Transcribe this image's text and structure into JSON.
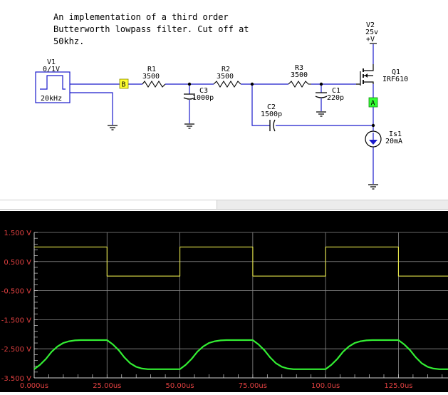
{
  "description_lines": [
    "An implementation of a third order",
    "Butterworth lowpass filter. Cut off at",
    "50khz."
  ],
  "components": {
    "v1": {
      "name": "V1",
      "value": "0/1V",
      "freq": "20kHz"
    },
    "r1": {
      "name": "R1",
      "value": "3500"
    },
    "r2": {
      "name": "R2",
      "value": "3500"
    },
    "r3": {
      "name": "R3",
      "value": "3500"
    },
    "c1": {
      "name": "C1",
      "value": "220p"
    },
    "c2": {
      "name": "C2",
      "value": "1500p"
    },
    "c3": {
      "name": "C3",
      "value": "1000p"
    },
    "v2": {
      "name": "V2",
      "value": "25v",
      "rail": "+V"
    },
    "q1": {
      "name": "Q1",
      "part": "IRF610"
    },
    "is1": {
      "name": "Is1",
      "value": "20mA"
    }
  },
  "probes": {
    "b": "B",
    "a": "A"
  },
  "colors": {
    "wire": "#1a1acc",
    "probe_b": "#ffff33",
    "probe_a": "#33ff33",
    "trace_input": "#e8e84a",
    "trace_output": "#33ee33",
    "scope_bg": "#000000",
    "grid": "#8a8a8a",
    "axis_label": "#e04040"
  },
  "chart_data": {
    "type": "line",
    "title": "",
    "xlabel": "",
    "ylabel": "",
    "xlim": [
      0,
      142
    ],
    "ylim": [
      -3.5,
      1.5
    ],
    "grid": true,
    "y_ticks": [
      "1.500 V",
      "0.500 V",
      "-0.500 V",
      "-1.500 V",
      "-2.500 V",
      "-3.500 V"
    ],
    "y_tick_values": [
      1.5,
      0.5,
      -0.5,
      -1.5,
      -2.5,
      -3.5
    ],
    "x_ticks": [
      "0.000us",
      "25.00us",
      "50.00us",
      "75.00us",
      "100.0us",
      "125.0us"
    ],
    "x_tick_values": [
      0,
      25,
      50,
      75,
      100,
      125
    ],
    "series": [
      {
        "color": "#e8e84a",
        "x": [
          0,
          25,
          25,
          50,
          50,
          75,
          75,
          100,
          100,
          125,
          125,
          142
        ],
        "y": [
          1.0,
          1.0,
          0.0,
          0.0,
          1.0,
          1.0,
          0.0,
          0.0,
          1.0,
          1.0,
          0.0,
          0.0
        ]
      },
      {
        "color": "#33ee33",
        "x": [
          0,
          2,
          4,
          6,
          8,
          10,
          12,
          14,
          16,
          20,
          25,
          27,
          29,
          31,
          33,
          35,
          37,
          39,
          41,
          45,
          50,
          52,
          54,
          56,
          58,
          60,
          62,
          64,
          66,
          70,
          75,
          77,
          79,
          81,
          83,
          85,
          87,
          89,
          91,
          95,
          100,
          102,
          104,
          106,
          108,
          110,
          112,
          114,
          116,
          120,
          125,
          127,
          129,
          131,
          133,
          135,
          137,
          139,
          141,
          142
        ],
        "y": [
          -3.2,
          -3.05,
          -2.85,
          -2.6,
          -2.42,
          -2.3,
          -2.24,
          -2.21,
          -2.2,
          -2.2,
          -2.2,
          -2.35,
          -2.55,
          -2.8,
          -3.0,
          -3.12,
          -3.18,
          -3.2,
          -3.2,
          -3.2,
          -3.2,
          -3.05,
          -2.85,
          -2.6,
          -2.42,
          -2.3,
          -2.24,
          -2.21,
          -2.2,
          -2.2,
          -2.2,
          -2.35,
          -2.55,
          -2.8,
          -3.0,
          -3.12,
          -3.18,
          -3.2,
          -3.2,
          -3.2,
          -3.2,
          -3.05,
          -2.85,
          -2.6,
          -2.42,
          -2.3,
          -2.24,
          -2.21,
          -2.2,
          -2.2,
          -2.2,
          -2.35,
          -2.55,
          -2.8,
          -3.0,
          -3.12,
          -3.18,
          -3.2,
          -3.2,
          -3.2
        ]
      }
    ]
  }
}
